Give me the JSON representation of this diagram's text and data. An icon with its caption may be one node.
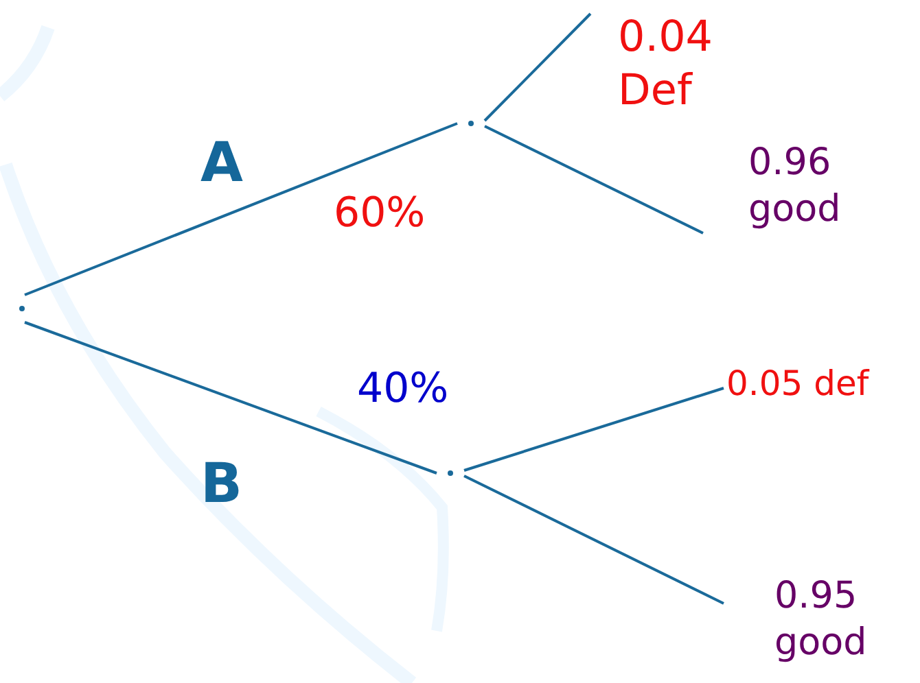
{
  "diagram": {
    "nodes": [
      {
        "text": [],
        "shape": "point"
      },
      {
        "text": [],
        "shape": "point"
      },
      {
        "text": [],
        "shape": "point"
      },
      {
        "text": [
          "0.04 Def"
        ]
      },
      {
        "text": [
          "0.96 good"
        ]
      },
      {
        "text": [
          "0.05 def"
        ]
      },
      {
        "text": [
          "0.95 good"
        ]
      }
    ],
    "edges": [
      {
        "from": 0,
        "to": 1,
        "arrow": "none",
        "label": "60%"
      },
      {
        "from": 0,
        "to": 2,
        "arrow": "none",
        "label": "40%"
      },
      {
        "from": 1,
        "to": 3,
        "arrow": "none"
      },
      {
        "from": 1,
        "to": 4,
        "arrow": "none"
      },
      {
        "from": 2,
        "to": 5,
        "arrow": "none"
      },
      {
        "from": 2,
        "to": 6,
        "arrow": "none"
      }
    ],
    "labels": [
      "A",
      "B"
    ]
  }
}
